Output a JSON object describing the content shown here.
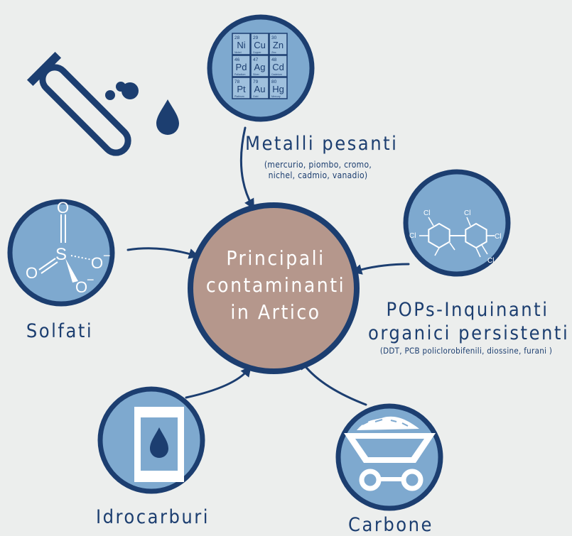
{
  "center": {
    "lines": [
      "Principali",
      "contaminanti",
      "in Artico"
    ]
  },
  "nodes": {
    "metalli": {
      "title": "Metalli pesanti",
      "detail_line1": "(mercurio, piombo, cromo,",
      "detail_line2": "nichel, cadmio, vanadio)",
      "elements": [
        {
          "num": "28",
          "sym": "Ni",
          "name": "Nickel"
        },
        {
          "num": "29",
          "sym": "Cu",
          "name": "Copper"
        },
        {
          "num": "30",
          "sym": "Zn",
          "name": "Zinc"
        },
        {
          "num": "46",
          "sym": "Pd",
          "name": "Palladium"
        },
        {
          "num": "47",
          "sym": "Ag",
          "name": "Silver"
        },
        {
          "num": "48",
          "sym": "Cd",
          "name": "Cadmium"
        },
        {
          "num": "78",
          "sym": "Pt",
          "name": "Platinum"
        },
        {
          "num": "79",
          "sym": "Au",
          "name": "Gold"
        },
        {
          "num": "80",
          "sym": "Hg",
          "name": "Mercury"
        }
      ]
    },
    "pops": {
      "title_line1": "POPs-Inquinanti",
      "title_line2": "organici persistenti",
      "detail": "(DDT, PCB policlorobifenili, diossine, furani )",
      "atom_label": "Cl"
    },
    "solfati": {
      "title": "Solfati",
      "atoms": {
        "s": "S",
        "o": "O",
        "o_minus": "O",
        "charge": "−"
      }
    },
    "idrocarburi": {
      "title": "Idrocarburi"
    },
    "carbone": {
      "title": "Carbone"
    }
  },
  "colors": {
    "navy": "#1c3e70",
    "light_blue": "#7ea9cf",
    "center_fill": "#b5978c",
    "background": "#eceeed"
  },
  "icons": {
    "test_tube": "test-tube-icon",
    "periodic_table": "periodic-table-icon",
    "sulfate": "sulfate-molecule-icon",
    "pcb": "pcb-molecule-icon",
    "oil_barrel": "oil-barrel-icon",
    "coal_cart": "coal-mine-cart-icon"
  }
}
